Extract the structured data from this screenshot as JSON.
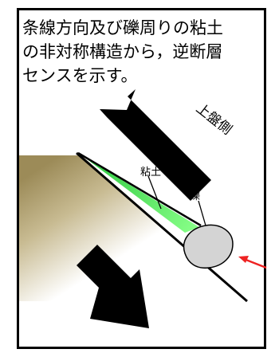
{
  "caption": {
    "text": "条線方向及び礫周りの粘土\nの非対称構造から，逆断層\nセンスを示す。"
  },
  "diagram": {
    "labels": {
      "upper_plate": "上盤側",
      "clay": "粘土",
      "gravel": "礫"
    },
    "colors": {
      "frame": "#000000",
      "arrow": "#000000",
      "clay": "#22e633",
      "gravel": "#d4d4d4",
      "sediment_dark": "#9c8b58",
      "sediment_light": "#ffffff",
      "marker_arrow": "#ee2222"
    },
    "icons": {
      "upper_arrow": "arrow-up-left-icon",
      "lower_arrow": "arrow-down-right-icon",
      "marker": "red-arrow-icon"
    }
  }
}
